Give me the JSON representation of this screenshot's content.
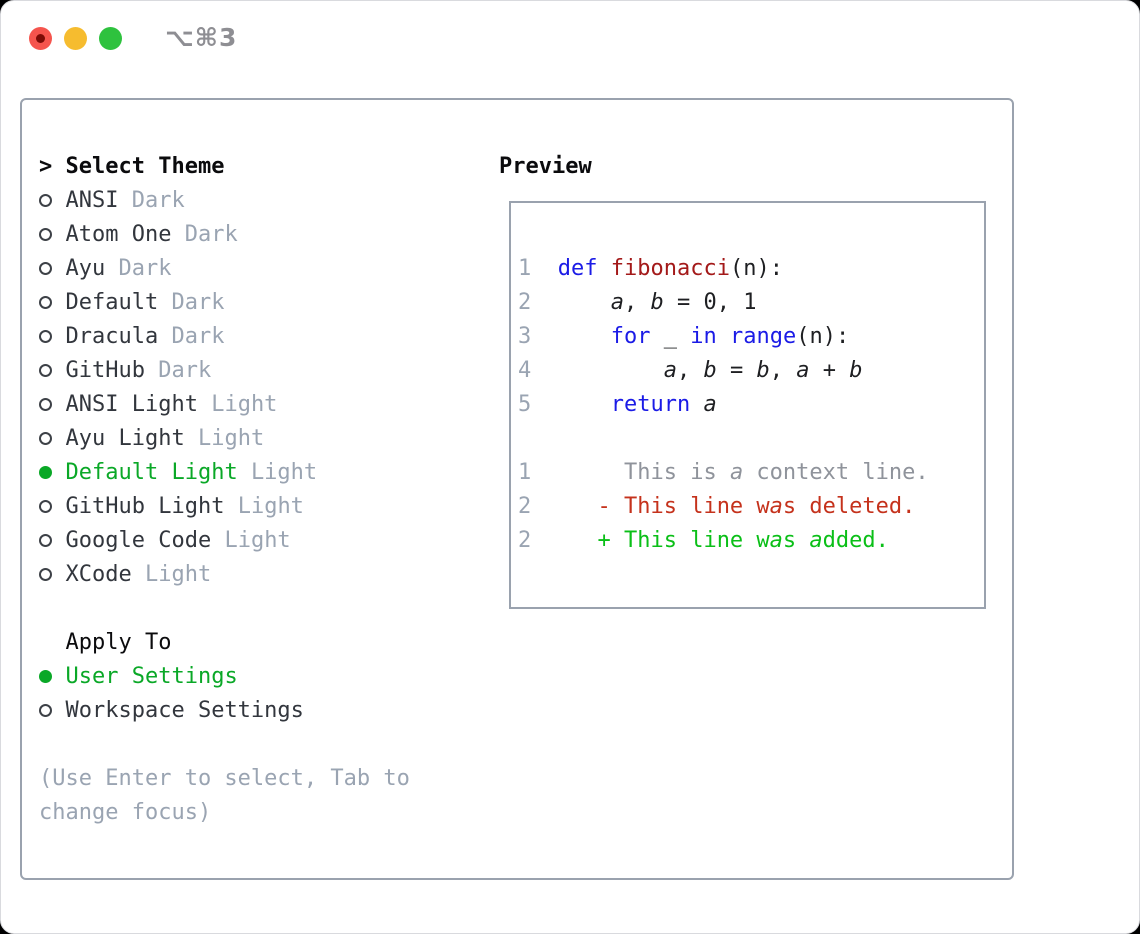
{
  "window": {
    "title_shortcut": "⌥⌘3",
    "traffic_lights": [
      "close",
      "minimize",
      "zoom"
    ]
  },
  "theme_panel": {
    "header_prefix": ">",
    "header": "Select Theme",
    "items": [
      {
        "name": "ANSI",
        "tag": "Dark",
        "selected": false
      },
      {
        "name": "Atom One",
        "tag": "Dark",
        "selected": false
      },
      {
        "name": "Ayu",
        "tag": "Dark",
        "selected": false
      },
      {
        "name": "Default",
        "tag": "Dark",
        "selected": false
      },
      {
        "name": "Dracula",
        "tag": "Dark",
        "selected": false
      },
      {
        "name": "GitHub",
        "tag": "Dark",
        "selected": false
      },
      {
        "name": "ANSI Light",
        "tag": "Light",
        "selected": false
      },
      {
        "name": "Ayu Light",
        "tag": "Light",
        "selected": false
      },
      {
        "name": "Default Light",
        "tag": "Light",
        "selected": true
      },
      {
        "name": "GitHub Light",
        "tag": "Light",
        "selected": false
      },
      {
        "name": "Google Code",
        "tag": "Light",
        "selected": false
      },
      {
        "name": "XCode",
        "tag": "Light",
        "selected": false
      }
    ],
    "apply_to": {
      "header": "Apply To",
      "options": [
        {
          "label": "User Settings",
          "selected": true
        },
        {
          "label": "Workspace Settings",
          "selected": false
        }
      ]
    },
    "help_lines": [
      "(Use Enter to select, Tab to",
      "change focus)"
    ]
  },
  "preview": {
    "header": "Preview",
    "code_lines": [
      {
        "num": "1",
        "segments": [
          {
            "text": "def",
            "color": "keyword"
          },
          {
            "text": " "
          },
          {
            "text": "fibonacci",
            "color": "function"
          },
          {
            "text": "(n):"
          }
        ]
      },
      {
        "num": "2",
        "segments": [
          {
            "text": "    "
          },
          {
            "text": "a",
            "italic": true
          },
          {
            "text": ", "
          },
          {
            "text": "b",
            "italic": true
          },
          {
            "text": " = 0, 1"
          }
        ]
      },
      {
        "num": "3",
        "segments": [
          {
            "text": "    "
          },
          {
            "text": "for",
            "color": "keyword"
          },
          {
            "text": " _ "
          },
          {
            "text": "in",
            "color": "keyword"
          },
          {
            "text": " "
          },
          {
            "text": "range",
            "color": "keyword"
          },
          {
            "text": "(n):"
          }
        ]
      },
      {
        "num": "4",
        "segments": [
          {
            "text": "        "
          },
          {
            "text": "a",
            "italic": true
          },
          {
            "text": ", "
          },
          {
            "text": "b",
            "italic": true
          },
          {
            "text": " = "
          },
          {
            "text": "b",
            "italic": true
          },
          {
            "text": ", "
          },
          {
            "text": "a",
            "italic": true
          },
          {
            "text": " + "
          },
          {
            "text": "b",
            "italic": true
          }
        ]
      },
      {
        "num": "5",
        "segments": [
          {
            "text": "    "
          },
          {
            "text": "return",
            "color": "keyword"
          },
          {
            "text": " "
          },
          {
            "text": "a",
            "italic": true
          }
        ]
      },
      {
        "num": "",
        "segments": []
      },
      {
        "num": "1",
        "segments": [
          {
            "text": "     This is ",
            "color": "context"
          },
          {
            "text": "a",
            "color": "context",
            "italic": true
          },
          {
            "text": " context line.",
            "color": "context"
          }
        ]
      },
      {
        "num": "2",
        "segments": [
          {
            "text": "   - This line w",
            "color": "deleted"
          },
          {
            "text": "a",
            "color": "deleted",
            "italic": true
          },
          {
            "text": "s deleted.",
            "color": "deleted"
          }
        ]
      },
      {
        "num": "2",
        "segments": [
          {
            "text": "   + This line w",
            "color": "added"
          },
          {
            "text": "a",
            "color": "added",
            "italic": true
          },
          {
            "text": "s ",
            "color": "added"
          },
          {
            "text": "a",
            "color": "added",
            "italic": true
          },
          {
            "text": "dded.",
            "color": "added"
          }
        ]
      }
    ]
  },
  "colors": {
    "keyword": "#1b1be6",
    "function": "#a31919",
    "code": "#1e1f22",
    "lineNumber": "#9aa4b2",
    "context": "#8f939b",
    "deleted": "#c5321c",
    "added": "#0abf17",
    "selected": "#0aa827",
    "itemText": "#32363d",
    "tag": "#9aa4b2",
    "help": "#9aa4b2",
    "border": "#9aa2ae",
    "headerText": "#0b0b0d",
    "titleText": "#8e8e93",
    "trafficClose": "#f5544d",
    "trafficCloseDot": "#7c0b06",
    "trafficMin": "#f6bc2f",
    "trafficMax": "#2ec23e"
  }
}
